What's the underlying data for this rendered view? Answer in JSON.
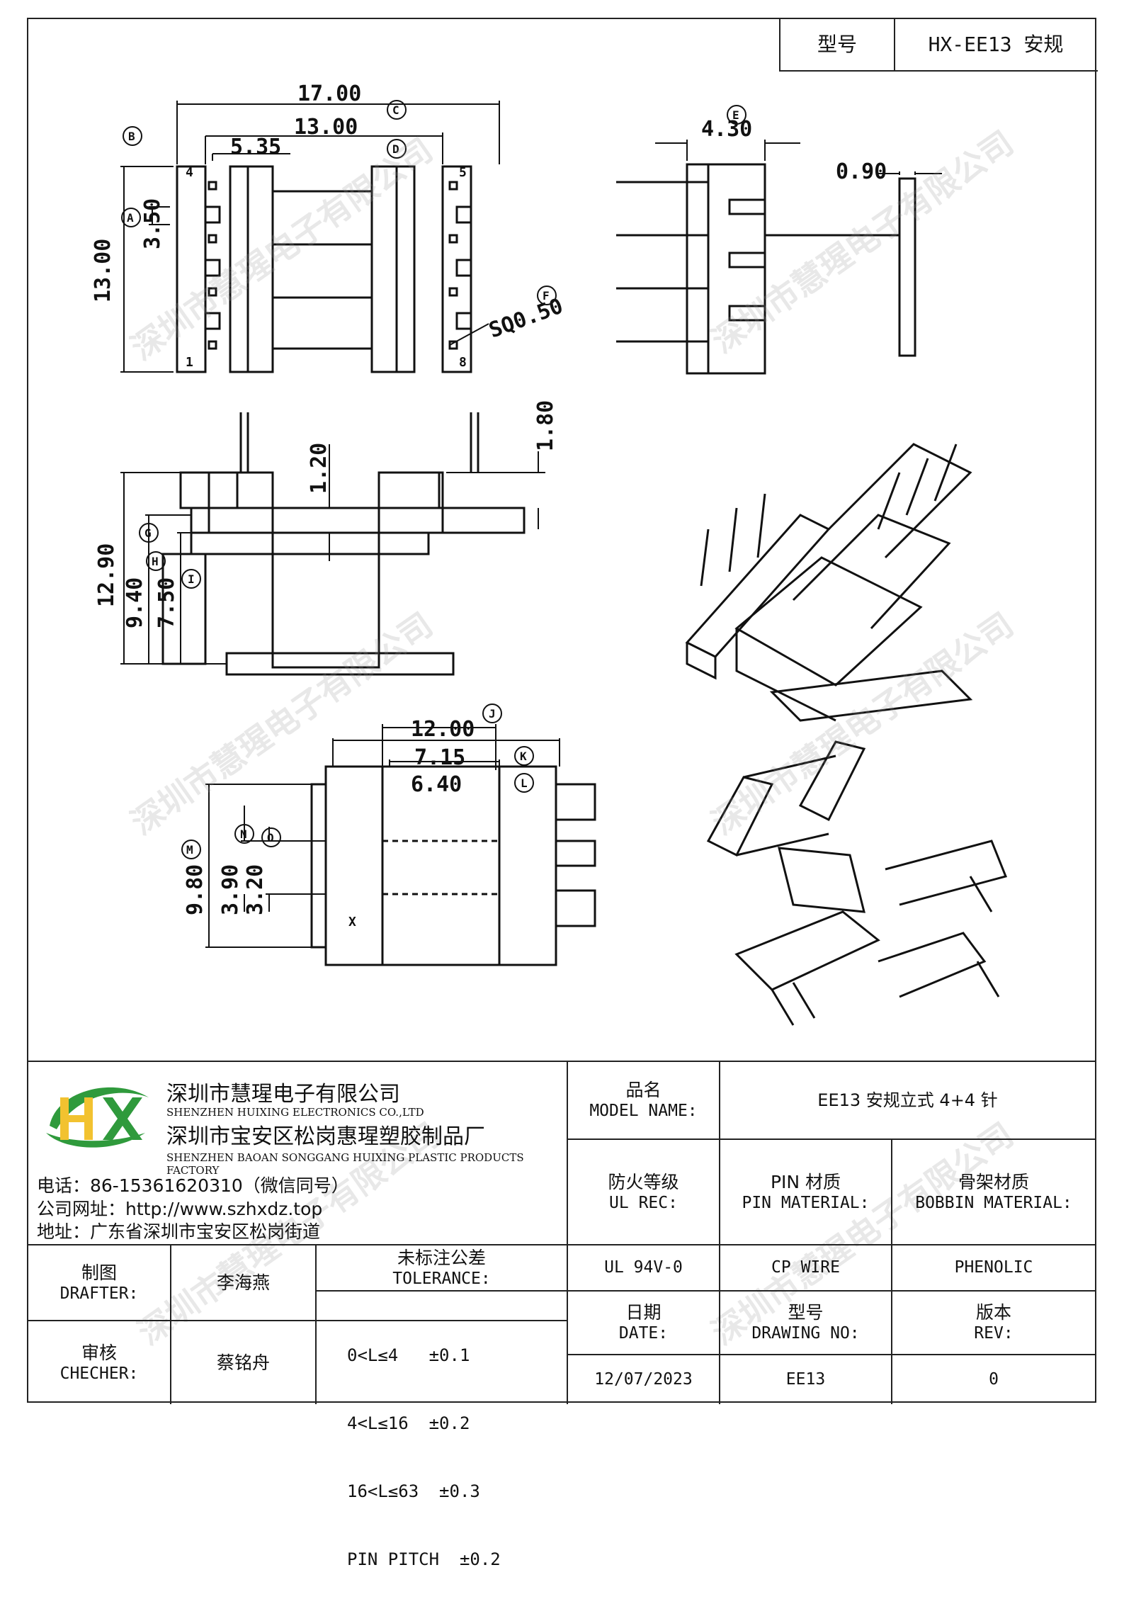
{
  "header": {
    "model_label": "型号",
    "model_value": "HX-EE13 安规"
  },
  "dimensions": {
    "top_width": "17.00",
    "top_inner": "13.00",
    "pin_offset": "5.35",
    "height": "13.00",
    "slot": "3.50",
    "sq": "SQ0.50",
    "pin_1": "1",
    "pin_4": "4",
    "pin_5": "5",
    "pin_8": "8",
    "side_width": "4.30",
    "pin_dia": "0.90",
    "front_h1": "12.90",
    "front_h2": "9.40",
    "front_h3": "7.50",
    "front_t": "1.20",
    "front_p": "1.80",
    "bottom_w": "12.00",
    "bottom_w2": "7.15",
    "bottom_w3": "6.40",
    "bottom_h": "9.80",
    "bottom_h2": "3.90",
    "bottom_h3": "3.20",
    "mark_x": "X",
    "labels": [
      "A",
      "B",
      "C",
      "D",
      "E",
      "F",
      "G",
      "H",
      "I",
      "J",
      "K",
      "L",
      "M",
      "N",
      "O"
    ]
  },
  "watermark": "深圳市慧瑆电子有限公司",
  "company": {
    "logo_text": "HX",
    "name_cn": "深圳市慧瑆电子有限公司",
    "name_en": "SHENZHEN HUIXING ELECTRONICS CO.,LTD",
    "factory_cn": "深圳市宝安区松岗惠瑆塑胶制品厂",
    "factory_en": "SHENZHEN BAOAN SONGGANG HUIXING PLASTIC PRODUCTS FACTORY",
    "phone": "电话：86-15361620310（微信同号）",
    "website": "公司网址：http://www.szhxdz.top",
    "address": "地址：广东省深圳市宝安区松岗街道"
  },
  "titleblock": {
    "model_name_cn": "品名",
    "model_name_en": "MODEL NAME:",
    "model_name_value": "EE13 安规立式 4+4 针",
    "fire_cn": "防火等级",
    "fire_en": "UL REC:",
    "pin_cn": "PIN 材质",
    "pin_en": "PIN MATERIAL:",
    "bobbin_cn": "骨架材质",
    "bobbin_en": "BOBBIN MATERIAL:",
    "fire_value": "UL 94V-0",
    "pin_value": "CP WIRE",
    "bobbin_value": "PHENOLIC",
    "drafter_cn": "制图",
    "drafter_en": "DRAFTER:",
    "drafter_value": "李海燕",
    "checker_cn": "审核",
    "checker_en": "CHECHER:",
    "checker_value": "蔡铭舟",
    "tolerance_cn": "未标注公差",
    "tolerance_en": "TOLERANCE:",
    "tolerance_lines": [
      "0<L≤4   ±0.1",
      "4<L≤16  ±0.2",
      "16<L≤63  ±0.3",
      "PIN PITCH  ±0.2"
    ],
    "date_cn": "日期",
    "date_en": "DATE:",
    "date_value": "12/07/2023",
    "drawing_cn": "型号",
    "drawing_en": "DRAWING NO:",
    "drawing_value": "EE13",
    "rev_cn": "版本",
    "rev_en": "REV:",
    "rev_value": "0"
  }
}
